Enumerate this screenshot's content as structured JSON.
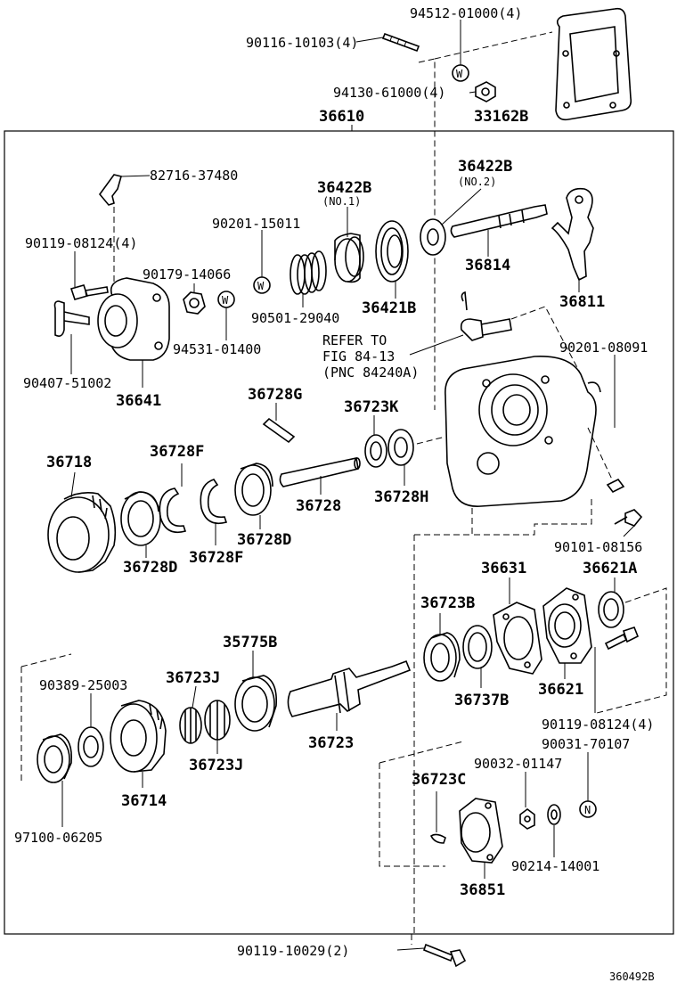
{
  "labels": {
    "p94512": "94512-01000(4)",
    "p90116": "90116-10103(4)",
    "p94130": "94130-61000(4)",
    "p33162B": "33162B",
    "p36610": "36610",
    "p82716": "82716-37480",
    "p36422B_a": "36422B",
    "no1": "(NO.1)",
    "p36422B_b": "36422B",
    "no2": "(NO.2)",
    "p90201a": "90201-15011",
    "p90119a": "90119-08124(4)",
    "p90179": "90179-14066",
    "p90501": "90501-29040",
    "p36421B": "36421B",
    "p36814": "36814",
    "p36811": "36811",
    "p94531": "94531-01400",
    "refer1": "REFER TO",
    "refer2": "FIG 84-13",
    "refer3": "(PNC 84240A)",
    "p90201b": "90201-08091",
    "p90407": "90407-51002",
    "p36641": "36641",
    "p36728G": "36728G",
    "p36723K": "36723K",
    "p36718": "36718",
    "p36728F_a": "36728F",
    "p36728": "36728",
    "p36728H": "36728H",
    "p36728D_a": "36728D",
    "p36728D_b": "36728D",
    "p36728F_b": "36728F",
    "p90101": "90101-08156",
    "p36631": "36631",
    "p36621A": "36621A",
    "p36723B": "36723B",
    "p35775B": "35775B",
    "p90389": "90389-25003",
    "p36723J_a": "36723J",
    "p36737B": "36737B",
    "p36621": "36621",
    "p90119b": "90119-08124(4)",
    "p90031": "90031-70107",
    "p36723": "36723",
    "p36723J_b": "36723J",
    "p36723C": "36723C",
    "p90032": "90032-01147",
    "p36714": "36714",
    "p97100": "97100-06205",
    "p90214": "90214-14001",
    "p36851": "36851",
    "p90119c": "90119-10029(2)",
    "figcode": "360492B",
    "w1": "W",
    "w2": "W",
    "w3": "W",
    "n1": "N"
  }
}
